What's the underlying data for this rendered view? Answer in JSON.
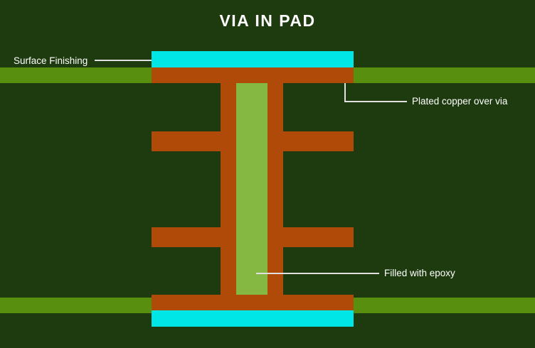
{
  "diagram": {
    "title": "VIA IN PAD",
    "labels": {
      "surface_finishing": "Surface Finishing",
      "plated_copper": "Plated copper over via",
      "filled_epoxy": "Filled with epoxy"
    },
    "colors": {
      "background": "#1d3b0e",
      "layer-band": "#588f0e",
      "copper": "#b04a08",
      "epoxy": "#84b842",
      "surface-finish": "#00e5e5",
      "label-text": "#ffffff",
      "leader-line": "#e0e0e0"
    }
  }
}
